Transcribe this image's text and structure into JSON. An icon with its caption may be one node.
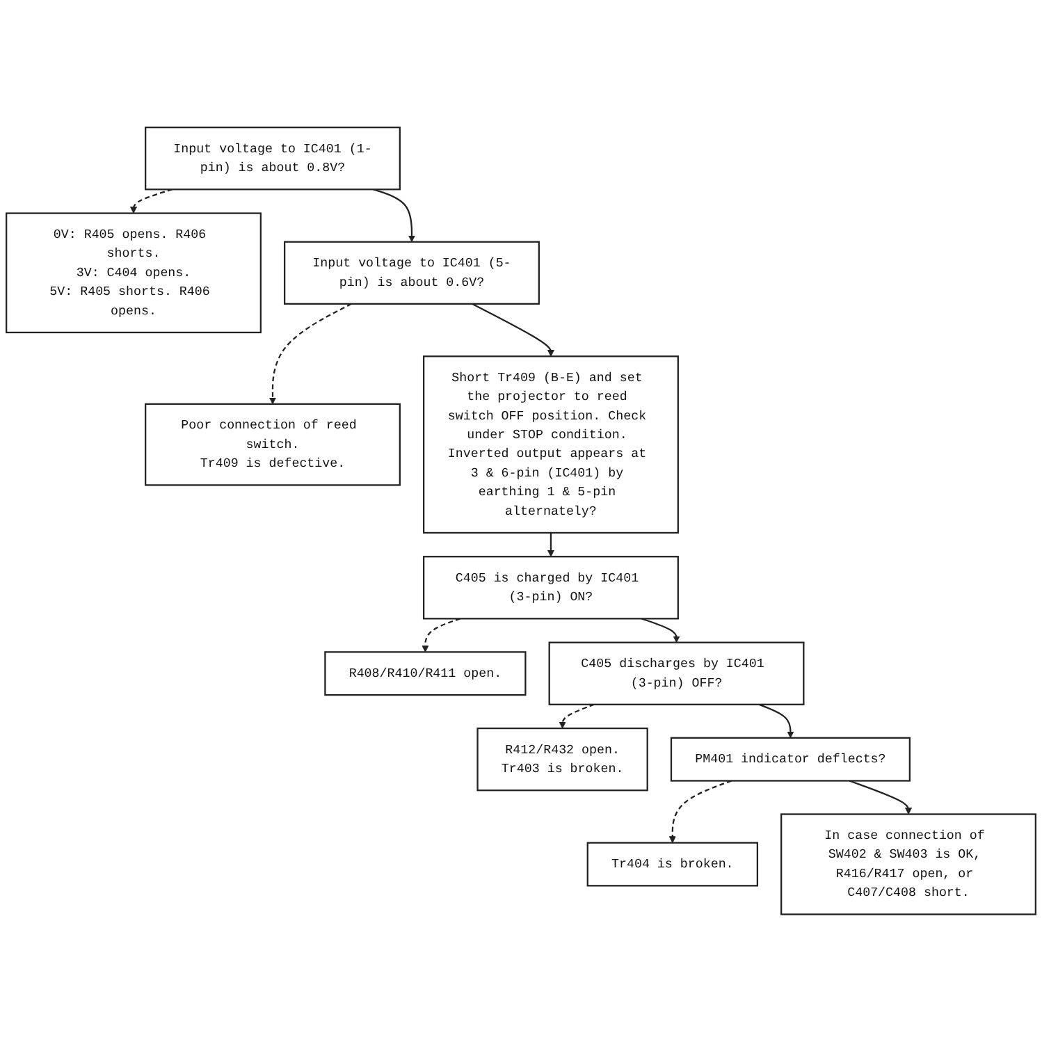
{
  "diagram": {
    "nodes": [
      {
        "text": [
          "Input voltage to IC401 (1-pin) is about 0.8V?"
        ]
      },
      {
        "text": [
          "0V: R405 opens. R406 shorts.",
          "3V: C404 opens.",
          "5V: R405 shorts. R406 opens."
        ]
      },
      {
        "text": [
          "Input voltage to IC401 (5-pin) is about 0.6V?"
        ]
      },
      {
        "text": [
          "Poor connection of reed switch.",
          "Tr409 is defective."
        ]
      },
      {
        "text": [
          "Short Tr409 (B-E) and set the projector to reed switch OFF position. Check under STOP condition. Inverted output appears at 3 & 6-pin (IC401) by earthing 1 & 5-pin alternately?"
        ]
      },
      {
        "text": [
          "C405 is charged by IC401 (3-pin) ON?"
        ]
      },
      {
        "text": [
          "R408/R410/R411 open."
        ]
      },
      {
        "text": [
          "C405 discharges by IC401 (3-pin) OFF?"
        ]
      },
      {
        "text": [
          "R412/R432 open.",
          "Tr403 is broken."
        ]
      },
      {
        "text": [
          "PM401 indicator deflects?"
        ]
      },
      {
        "text": [
          "Tr404 is broken."
        ]
      },
      {
        "text": [
          "In case connection of SW402 & SW403 is OK, R416/R417 open, or C407/C408 short."
        ]
      }
    ],
    "edges": [
      {
        "from": 0,
        "to": 1,
        "arrow": "to",
        "style": "dashed"
      },
      {
        "from": 0,
        "to": 2,
        "arrow": "to"
      },
      {
        "from": 2,
        "to": 3,
        "arrow": "to",
        "style": "dashed"
      },
      {
        "from": 2,
        "to": 4,
        "arrow": "to"
      },
      {
        "from": 4,
        "to": 5,
        "arrow": "to"
      },
      {
        "from": 5,
        "to": 6,
        "arrow": "to",
        "style": "dashed"
      },
      {
        "from": 5,
        "to": 7,
        "arrow": "to"
      },
      {
        "from": 7,
        "to": 8,
        "arrow": "to",
        "style": "dashed"
      },
      {
        "from": 7,
        "to": 9,
        "arrow": "to"
      },
      {
        "from": 9,
        "to": 10,
        "arrow": "to",
        "style": "dashed"
      },
      {
        "from": 9,
        "to": 11,
        "arrow": "to"
      }
    ]
  }
}
